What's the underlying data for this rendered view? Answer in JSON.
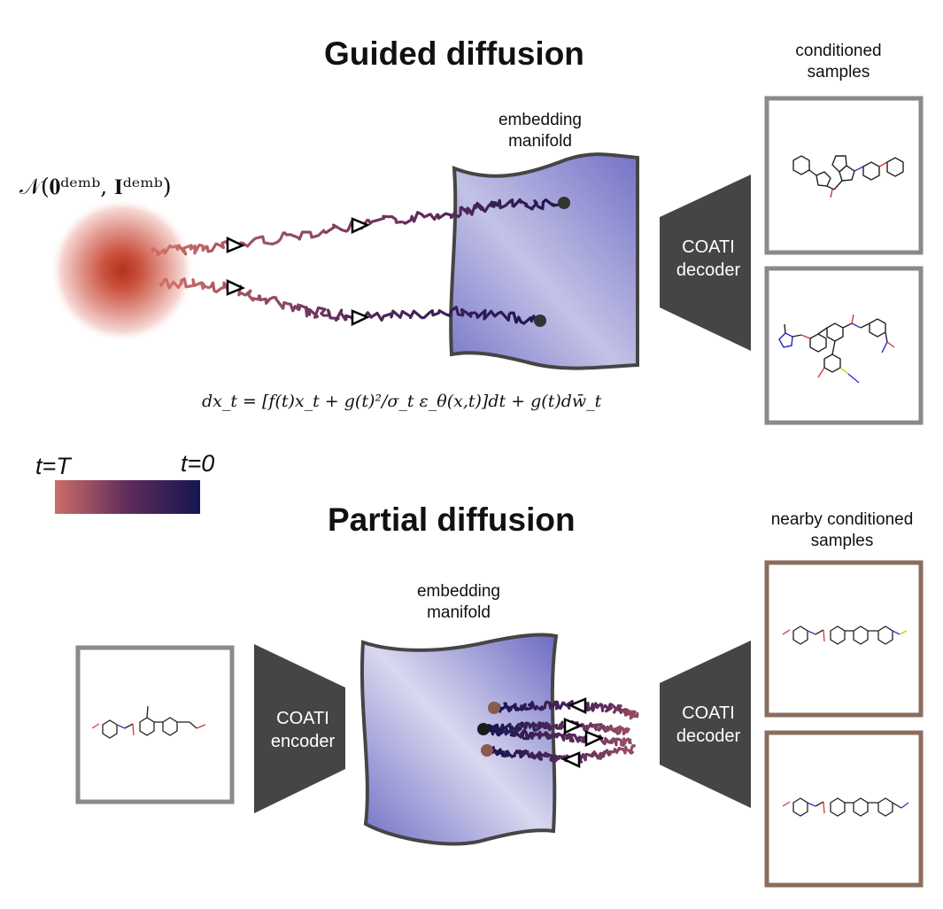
{
  "guided": {
    "title": "Guided diffusion",
    "prior_label": "𝒩(𝟎ᵈᵉᵐᵇ, 𝐈ᵈᵉᵐᵇ)",
    "manifold_label": [
      "embedding",
      "manifold"
    ],
    "decoder_label": [
      "COATI",
      "decoder"
    ],
    "samples_label": [
      "conditioned",
      "samples"
    ],
    "equation": "dx_t = [f(t)x_t + g(t)²/σ_t ε_θ(x,t)]dt + g(t)dw̄_t"
  },
  "legend": {
    "left_label": "t=T",
    "right_label": "t=0",
    "color_start": "#cd6e68",
    "color_mid": "#5f2c5c",
    "color_end": "#15154f"
  },
  "partial": {
    "title": "Partial diffusion",
    "manifold_label": [
      "embedding",
      "manifold"
    ],
    "encoder_label": [
      "COATI",
      "encoder"
    ],
    "decoder_label": [
      "COATI",
      "decoder"
    ],
    "samples_label": [
      "nearby conditioned",
      "samples"
    ]
  },
  "colors": {
    "prior_core": "#b2331c",
    "manifold_fill": "#7272c4",
    "trumpet": "#454545",
    "gray_frame": "#8a8a8a",
    "brown_frame": "#8b6d5d"
  }
}
